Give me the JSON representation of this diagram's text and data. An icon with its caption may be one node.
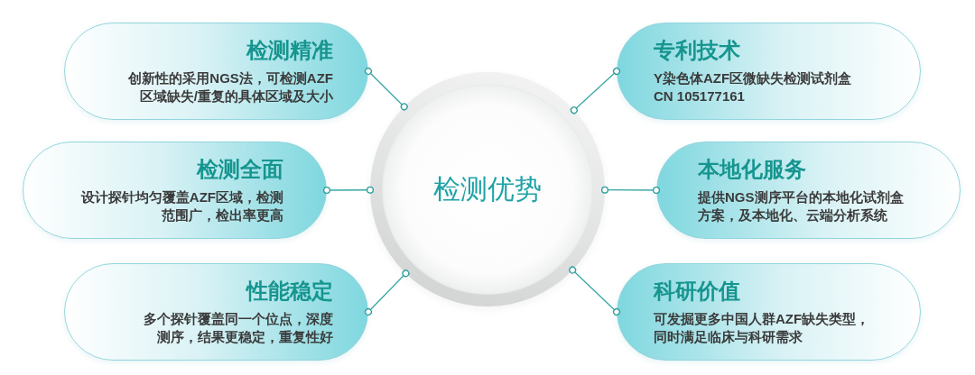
{
  "diagram": {
    "nodes": [
      {
        "text": [
          "检测优势"
        ]
      },
      {
        "text": [
          "检测精准",
          "创新性的采用NGS法，可检测AZF区域缺失/重复的具体区域及大小"
        ]
      },
      {
        "text": [
          "专利技术",
          "Y染色体AZF区微缺失检测试剂盒",
          "CN 105177161"
        ]
      },
      {
        "text": [
          "检测全面",
          "设计探针均匀覆盖AZF区域，检测范围广，检出率更高"
        ]
      },
      {
        "text": [
          "本地化服务",
          "提供NGS测序平台的本地化试剂盒方案，及本地化、云端分析系统"
        ]
      },
      {
        "text": [
          "性能稳定",
          "多个探针覆盖同一个位点，深度测序，结果更稳定，重复性好"
        ]
      },
      {
        "text": [
          "科研价值",
          "可发掘更多中国人群AZF缺失类型，同时满足临床与科研需求"
        ]
      }
    ],
    "edges": [
      {
        "from": 1,
        "to": 0,
        "arrow": "other"
      },
      {
        "from": 2,
        "to": 0,
        "arrow": "other"
      },
      {
        "from": 3,
        "to": 0,
        "arrow": "other"
      },
      {
        "from": 4,
        "to": 0,
        "arrow": "other"
      },
      {
        "from": 5,
        "to": 0,
        "arrow": "other"
      },
      {
        "from": 6,
        "to": 0,
        "arrow": "other"
      }
    ]
  }
}
